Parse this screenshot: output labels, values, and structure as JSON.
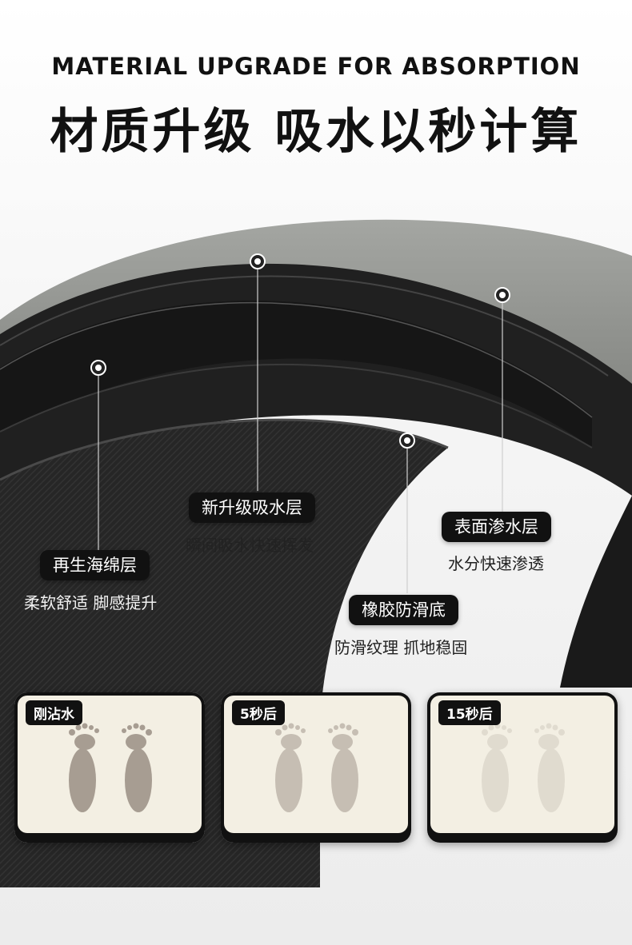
{
  "heading": {
    "en": "MATERIAL UPGRADE FOR ABSORPTION",
    "cn": "材质升级 吸水以秒计算"
  },
  "layers": [
    {
      "label": "新升级吸水层",
      "desc": "瞬间吸水快速挥发"
    },
    {
      "label": "表面渗水层",
      "desc": "水分快速渗透"
    },
    {
      "label": "再生海绵层",
      "desc": "柔软舒适 脚感提升"
    },
    {
      "label": "橡胶防滑底",
      "desc": "防滑纹理 抓地稳固"
    }
  ],
  "stages": [
    {
      "label": "刚沾水",
      "footprint_opacity": 0.85
    },
    {
      "label": "5秒后",
      "footprint_opacity": 0.5
    },
    {
      "label": "15秒后",
      "footprint_opacity": 0.2
    }
  ],
  "colors": {
    "surface": "#8e908c",
    "mat_black": "#1e1e1e",
    "card_bg": "#f3efe3",
    "footprint": "#9a8f85"
  }
}
